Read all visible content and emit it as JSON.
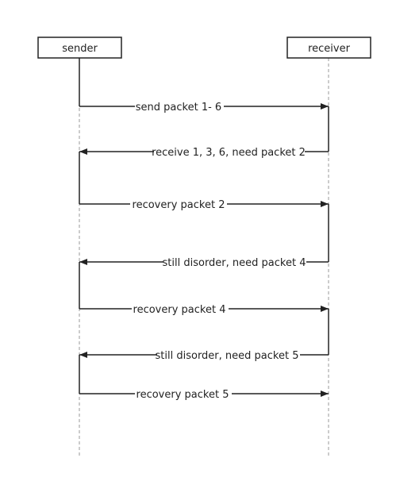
{
  "participants": {
    "sender": {
      "label": "sender"
    },
    "receiver": {
      "label": "receiver"
    }
  },
  "messages": [
    {
      "label": "send packet 1- 6",
      "direction": "sender-to-receiver"
    },
    {
      "label": "receive 1, 3, 6, need packet 2",
      "direction": "receiver-to-sender"
    },
    {
      "label": "recovery packet 2",
      "direction": "sender-to-receiver"
    },
    {
      "label": "still disorder, need packet 4",
      "direction": "receiver-to-sender"
    },
    {
      "label": "recovery packet 4",
      "direction": "sender-to-receiver"
    },
    {
      "label": "still disorder, need packet 5",
      "direction": "receiver-to-sender"
    },
    {
      "label": "recovery packet 5",
      "direction": "sender-to-receiver"
    }
  ],
  "colors": {
    "line": "#222222",
    "lifeline": "#999999",
    "background": "#ffffff"
  }
}
